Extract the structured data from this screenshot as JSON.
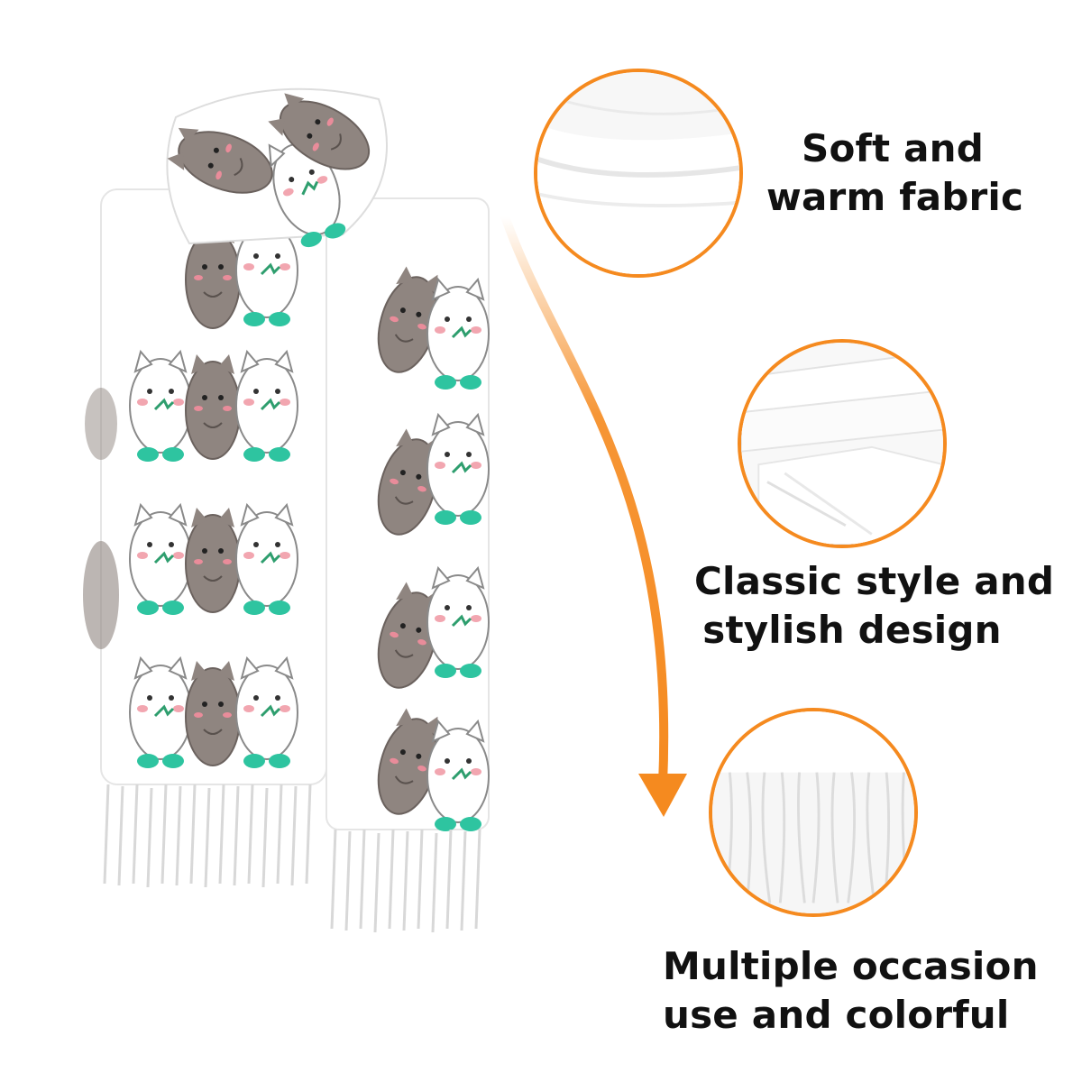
{
  "colors": {
    "accent": "#f58a1f",
    "fabric": "#ffffff",
    "cat_gray": "#8f8580",
    "cat_white": "#ffffff",
    "blush": "#f2a6b0",
    "paw_green": "#2ec4a0"
  },
  "features": [
    {
      "icon": "soft-fabric-closeup",
      "lines": [
        "Soft and",
        "warm fabric"
      ]
    },
    {
      "icon": "folded-fabric-closeup",
      "lines": [
        "Classic style and",
        "stylish design"
      ]
    },
    {
      "icon": "fringe-tassel-closeup",
      "lines": [
        "Multiple occasion",
        "use and colorful"
      ]
    }
  ]
}
